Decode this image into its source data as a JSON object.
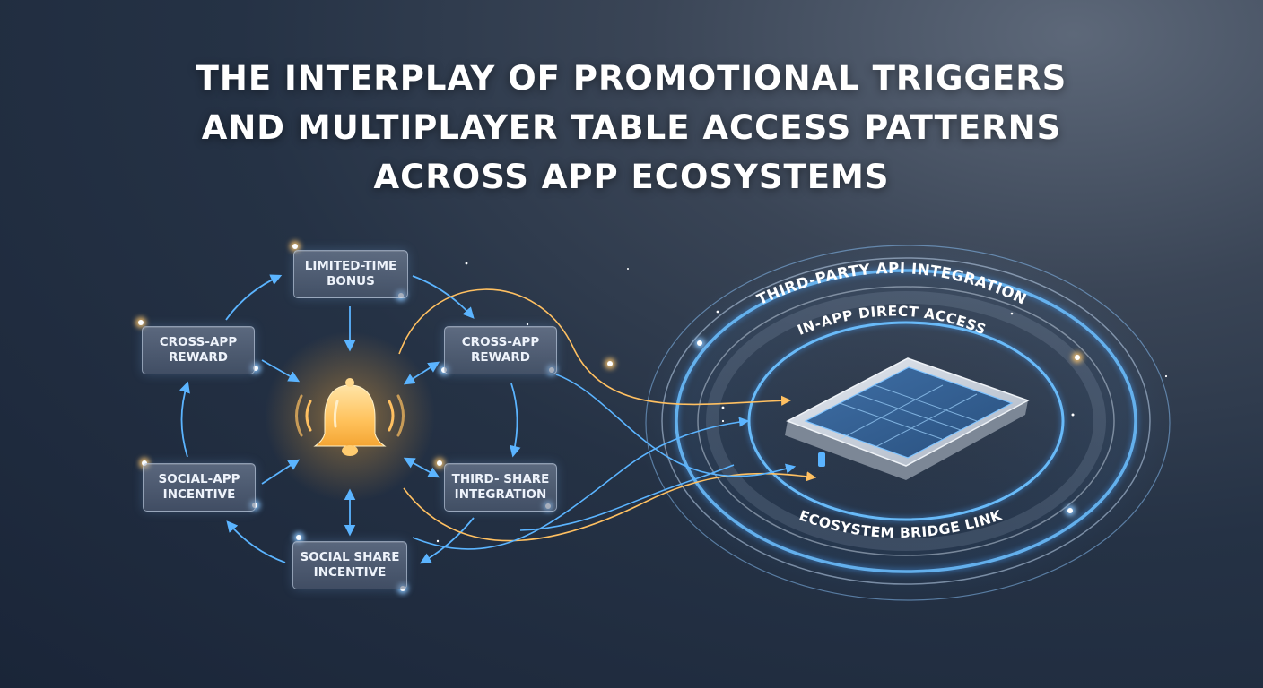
{
  "title": {
    "line1": "THE INTERPLAY OF PROMOTIONAL TRIGGERS",
    "line2": "AND MULTIPLAYER TABLE ACCESS PATTERNS",
    "line3": "ACROSS APP ECOSYSTEMS"
  },
  "trigger_cycle": {
    "center_icon": "bell-icon",
    "nodes": {
      "top": "LIMITED-TIME\nBONUS",
      "upper_left": "CROSS-APP\nREWARD",
      "upper_right": "CROSS-APP\nREWARD",
      "lower_left": "SOCIAL-APP\nINCENTIVE",
      "lower_right": "THIRD- SHARE\nINTEGRATION",
      "bottom": "SOCIAL SHARE\nINCENTIVE"
    }
  },
  "access_rings": {
    "center_icon": "tablet-table-icon",
    "outer_label": "THIRD-PARTY API INTEGRATION",
    "middle_label": "IN-APP DIRECT ACCESS",
    "inner_label": "ECOSYSTEM BRIDGE LINK"
  },
  "colors": {
    "accent_blue": "#5bb4ff",
    "accent_gold": "#ffc061",
    "background": "#1f2a3d"
  }
}
